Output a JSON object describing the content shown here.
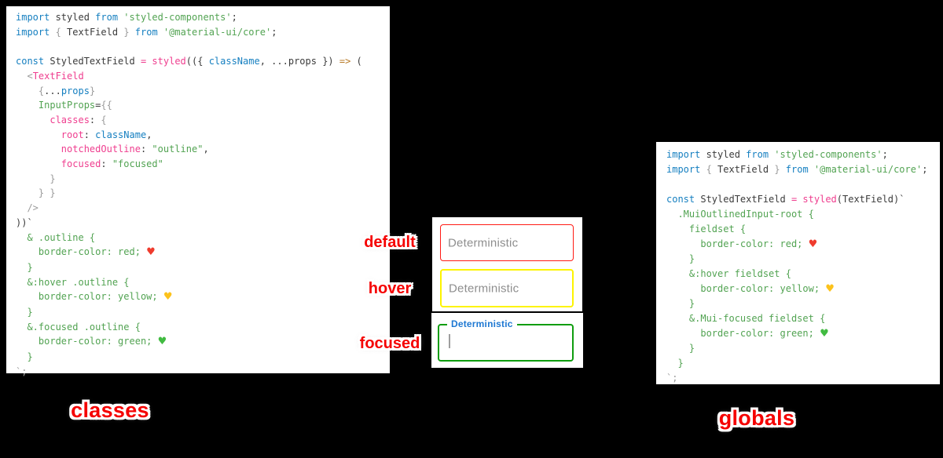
{
  "app": {
    "background": "#000000"
  },
  "token_colors": {
    "kw": "#157fc0",
    "pk": "#ef3e8f",
    "gr": "#52a352",
    "or": "#b97b28",
    "bk": "#3b3b3b",
    "gy": "#9b9b9b"
  },
  "heart_colors": {
    "red": "#ef3b2d",
    "yellow": "#fcc21b",
    "green": "#41bb41"
  },
  "panels": {
    "left_code": {
      "lines": [
        [
          [
            "kw",
            "import"
          ],
          [
            "bk",
            " styled "
          ],
          [
            "kw",
            "from"
          ],
          [
            "bk",
            " "
          ],
          [
            "gr",
            "'styled-components'"
          ],
          [
            "bk",
            ";"
          ]
        ],
        [
          [
            "kw",
            "import"
          ],
          [
            "bk",
            " "
          ],
          [
            "gy",
            "{"
          ],
          [
            "bk",
            " TextField "
          ],
          [
            "gy",
            "}"
          ],
          [
            "bk",
            " "
          ],
          [
            "kw",
            "from"
          ],
          [
            "bk",
            " "
          ],
          [
            "gr",
            "'@material-ui/core'"
          ],
          [
            "bk",
            ";"
          ]
        ],
        [],
        [
          [
            "kw",
            "const"
          ],
          [
            "bk",
            " StyledTextField "
          ],
          [
            "pk",
            "="
          ],
          [
            "bk",
            " "
          ],
          [
            "pk",
            "styled"
          ],
          [
            "bk",
            "(({ "
          ],
          [
            "kw",
            "className"
          ],
          [
            "bk",
            ", ...props }) "
          ],
          [
            "or",
            "=>"
          ],
          [
            "bk",
            " ("
          ]
        ],
        [
          [
            "gy",
            "  <"
          ],
          [
            "pk",
            "TextField"
          ]
        ],
        [
          [
            "gy",
            "    {"
          ],
          [
            "bk",
            "..."
          ],
          [
            "kw",
            "props"
          ],
          [
            "gy",
            "}"
          ]
        ],
        [
          [
            "gr",
            "    InputProps"
          ],
          [
            "bk",
            "="
          ],
          [
            "gy",
            "{{"
          ]
        ],
        [
          [
            "pk",
            "      classes"
          ],
          [
            "bk",
            ": "
          ],
          [
            "gy",
            "{"
          ]
        ],
        [
          [
            "pk",
            "        root"
          ],
          [
            "bk",
            ": "
          ],
          [
            "kw",
            "className"
          ],
          [
            "bk",
            ","
          ]
        ],
        [
          [
            "pk",
            "        notchedOutline"
          ],
          [
            "bk",
            ": "
          ],
          [
            "gr",
            "\"outline\""
          ],
          [
            "bk",
            ","
          ]
        ],
        [
          [
            "pk",
            "        focused"
          ],
          [
            "bk",
            ": "
          ],
          [
            "gr",
            "\"focused\""
          ]
        ],
        [
          [
            "gy",
            "      }"
          ]
        ],
        [
          [
            "gy",
            "    } }"
          ]
        ],
        [
          [
            "gy",
            "  />"
          ]
        ],
        [
          [
            "bk",
            "))`"
          ]
        ],
        [
          [
            "gr",
            "  & .outline {"
          ]
        ],
        [
          [
            "gr",
            "    border-color: red; "
          ],
          [
            "heart",
            "red"
          ]
        ],
        [
          [
            "gr",
            "  }"
          ]
        ],
        [
          [
            "gr",
            "  &:hover .outline {"
          ]
        ],
        [
          [
            "gr",
            "    border-color: yellow; "
          ],
          [
            "heart",
            "yellow"
          ]
        ],
        [
          [
            "gr",
            "  }"
          ]
        ],
        [
          [
            "gr",
            "  &.focused .outline {"
          ]
        ],
        [
          [
            "gr",
            "    border-color: green; "
          ],
          [
            "heart",
            "green"
          ]
        ],
        [
          [
            "gr",
            "  }"
          ]
        ],
        [
          [
            "gy",
            "`;"
          ]
        ]
      ]
    },
    "right_code": {
      "lines": [
        [
          [
            "kw",
            "import"
          ],
          [
            "bk",
            " styled "
          ],
          [
            "kw",
            "from"
          ],
          [
            "bk",
            " "
          ],
          [
            "gr",
            "'styled-components'"
          ],
          [
            "bk",
            ";"
          ]
        ],
        [
          [
            "kw",
            "import"
          ],
          [
            "bk",
            " "
          ],
          [
            "gy",
            "{"
          ],
          [
            "bk",
            " TextField "
          ],
          [
            "gy",
            "}"
          ],
          [
            "bk",
            " "
          ],
          [
            "kw",
            "from"
          ],
          [
            "bk",
            " "
          ],
          [
            "gr",
            "'@material-ui/core'"
          ],
          [
            "bk",
            ";"
          ]
        ],
        [],
        [
          [
            "kw",
            "const"
          ],
          [
            "bk",
            " StyledTextField "
          ],
          [
            "pk",
            "="
          ],
          [
            "bk",
            " "
          ],
          [
            "pk",
            "styled"
          ],
          [
            "bk",
            "(TextField)`"
          ]
        ],
        [
          [
            "gr",
            "  .MuiOutlinedInput-root {"
          ]
        ],
        [
          [
            "gr",
            "    fieldset {"
          ]
        ],
        [
          [
            "gr",
            "      border-color: red; "
          ],
          [
            "heart",
            "red"
          ]
        ],
        [
          [
            "gr",
            "    }"
          ]
        ],
        [
          [
            "gr",
            "    &:hover fieldset {"
          ]
        ],
        [
          [
            "gr",
            "      border-color: yellow; "
          ],
          [
            "heart",
            "yellow"
          ]
        ],
        [
          [
            "gr",
            "    }"
          ]
        ],
        [
          [
            "gr",
            "    &.Mui-focused fieldset {"
          ]
        ],
        [
          [
            "gr",
            "      border-color: green; "
          ],
          [
            "heart",
            "green"
          ]
        ],
        [
          [
            "gr",
            "    }"
          ]
        ],
        [
          [
            "gr",
            "  }"
          ]
        ],
        [
          [
            "gy",
            "`;"
          ]
        ]
      ]
    }
  },
  "states": [
    {
      "label": "default",
      "field": {
        "placeholder": "Deterministic",
        "border_color": "#ff1a14"
      }
    },
    {
      "label": "hover",
      "field": {
        "placeholder": "Deterministic",
        "border_color": "#fdf400"
      }
    },
    {
      "label": "focused",
      "field": {
        "label": "Deterministic",
        "label_color": "#1e78d2",
        "border_color": "#0f9d0f"
      }
    }
  ],
  "captions": {
    "left": "classes",
    "right": "globals"
  }
}
